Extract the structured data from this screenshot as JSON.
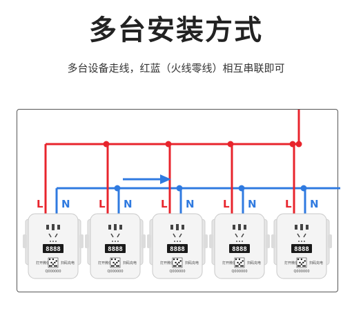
{
  "title": "多台安装方式",
  "subtitle": "多台设备走线，红蓝（火线零线）相互串联即可",
  "colors": {
    "live": "#e8242c",
    "neutral": "#2f7ae0",
    "device": "#f4f4f4",
    "display": "#1a1a1a"
  },
  "wire_labels": {
    "live": "L",
    "neutral": "N"
  },
  "devices": [
    {
      "display": "8888",
      "left_text": "打开微信",
      "right_text": "扫码充电",
      "code_text": "Q000000"
    },
    {
      "display": "8888",
      "left_text": "打开微信",
      "right_text": "扫码充电",
      "code_text": "Q000000"
    },
    {
      "display": "8888",
      "left_text": "打开微信",
      "right_text": "扫码充电",
      "code_text": "Q000000"
    },
    {
      "display": "8888",
      "left_text": "打开微信",
      "right_text": "扫码充电",
      "code_text": "Q000000"
    },
    {
      "display": "8888",
      "left_text": "打开微信",
      "right_text": "扫码充电",
      "code_text": "Q000000"
    }
  ],
  "flow_arrow": {
    "icon": "arrow-right-icon",
    "color": "#2f7ae0"
  }
}
